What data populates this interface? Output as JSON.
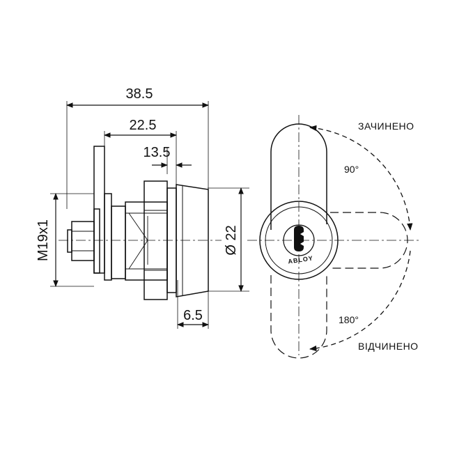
{
  "dimensions": {
    "overall_length": "38.5",
    "body_length": "22.5",
    "nut_to_face": "13.5",
    "front_thickness": "6.5",
    "thread": "M19x1",
    "diameter": "Ø 22"
  },
  "positions": {
    "closed_label": "ЗАЧИНЕНО",
    "open_label": "ВІДЧИНЕНО",
    "angle_90": "90°",
    "angle_180": "180°"
  },
  "brand": "ABLOY",
  "colors": {
    "line": "#111111",
    "background": "#ffffff"
  }
}
